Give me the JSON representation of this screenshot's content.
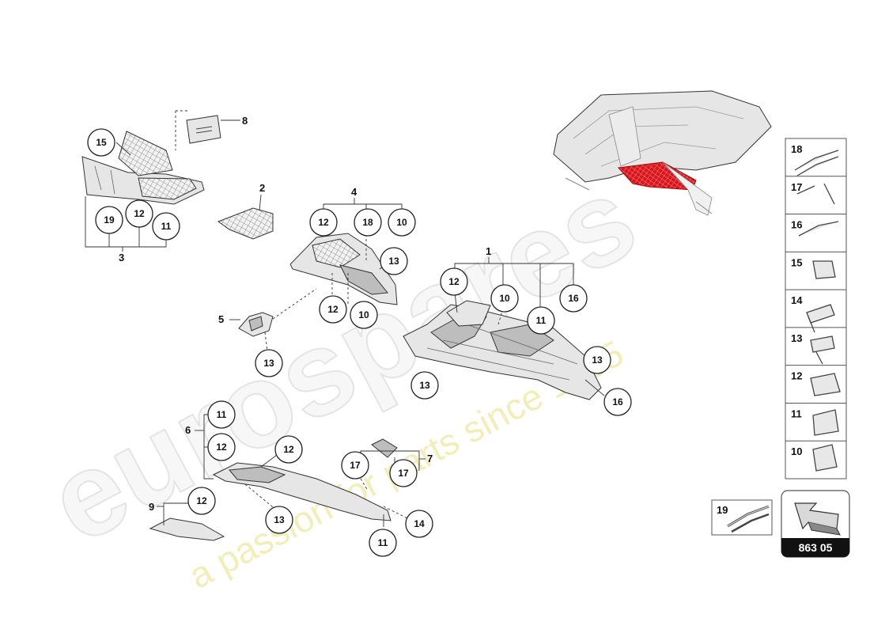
{
  "watermark": {
    "brand": "eurospares",
    "slogan": "a passion for parts since 1985"
  },
  "callouts": {
    "c1": "1",
    "c2": "2",
    "c3": "3",
    "c4": "4",
    "c5": "5",
    "c6": "6",
    "c7": "7",
    "c8": "8",
    "c9": "9",
    "c10a": "10",
    "c10b": "10",
    "c10c": "10",
    "c11a": "11",
    "c11b": "11",
    "c11c": "11",
    "c11d": "11",
    "c12a": "12",
    "c12b": "12",
    "c12c": "12",
    "c12d": "12",
    "c12e": "12",
    "c12f": "12",
    "c12g": "12",
    "c13a": "13",
    "c13b": "13",
    "c13c": "13",
    "c13d": "13",
    "c13e": "13",
    "c14": "14",
    "c15": "15",
    "c16a": "16",
    "c16b": "16",
    "c17a": "17",
    "c17b": "17",
    "c18": "18",
    "c19": "19"
  },
  "legend": {
    "items": [
      "18",
      "17",
      "16",
      "15",
      "14",
      "13",
      "12",
      "11",
      "10"
    ],
    "extra": "19"
  },
  "page_badge": "863 05",
  "colors": {
    "highlight": "#d9141b",
    "badge_bg": "#111111"
  }
}
